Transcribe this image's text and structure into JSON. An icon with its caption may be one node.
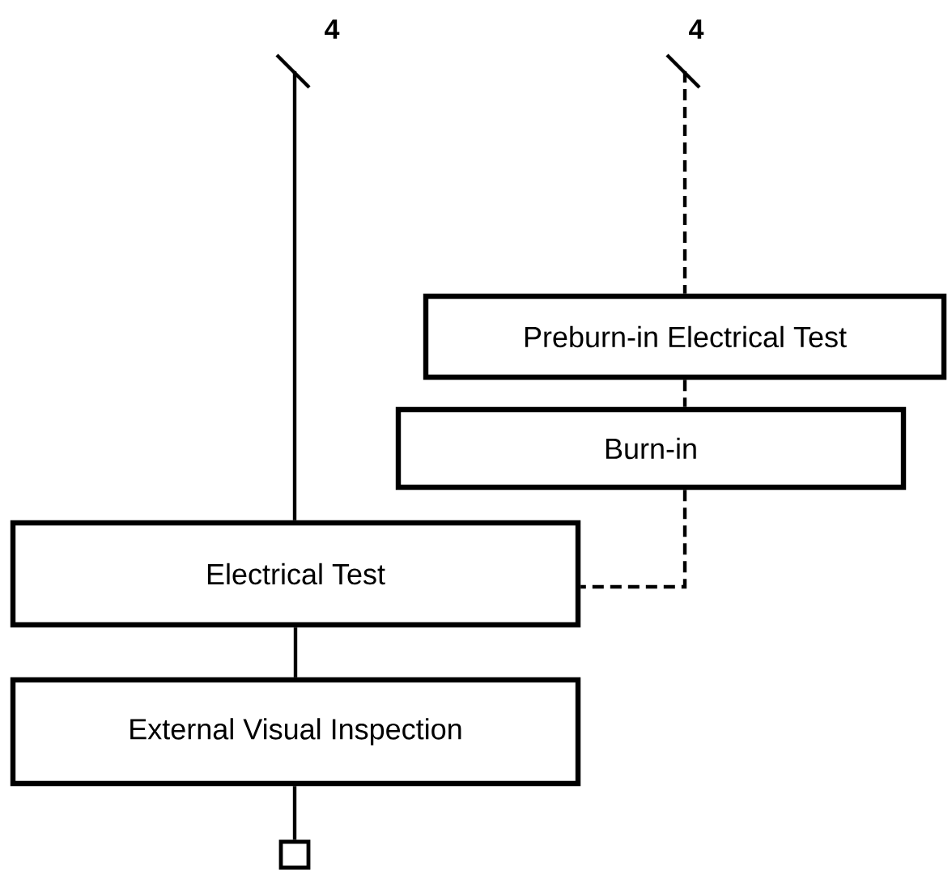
{
  "diagram": {
    "nodes": [
      {
        "text": [
          "4"
        ]
      },
      {
        "text": [
          "4"
        ]
      },
      {
        "text": [
          "Preburn-in Electrical Test"
        ]
      },
      {
        "text": [
          "Burn-in"
        ]
      },
      {
        "text": [
          "Electrical Test"
        ]
      },
      {
        "text": [
          "External Visual Inspection"
        ]
      },
      {
        "text": [],
        "shape": "box"
      }
    ],
    "edges": [
      {
        "from": 0,
        "to": 4,
        "arrow": "none"
      },
      {
        "from": 1,
        "to": 2,
        "arrow": "none",
        "style": "dashed"
      },
      {
        "from": 2,
        "to": 3,
        "arrow": "none",
        "style": "dashed"
      },
      {
        "from": 3,
        "to": 4,
        "arrow": "none",
        "style": "dashed"
      },
      {
        "from": 4,
        "to": 5,
        "arrow": "none"
      },
      {
        "from": 5,
        "to": 6,
        "arrow": "none"
      }
    ]
  }
}
